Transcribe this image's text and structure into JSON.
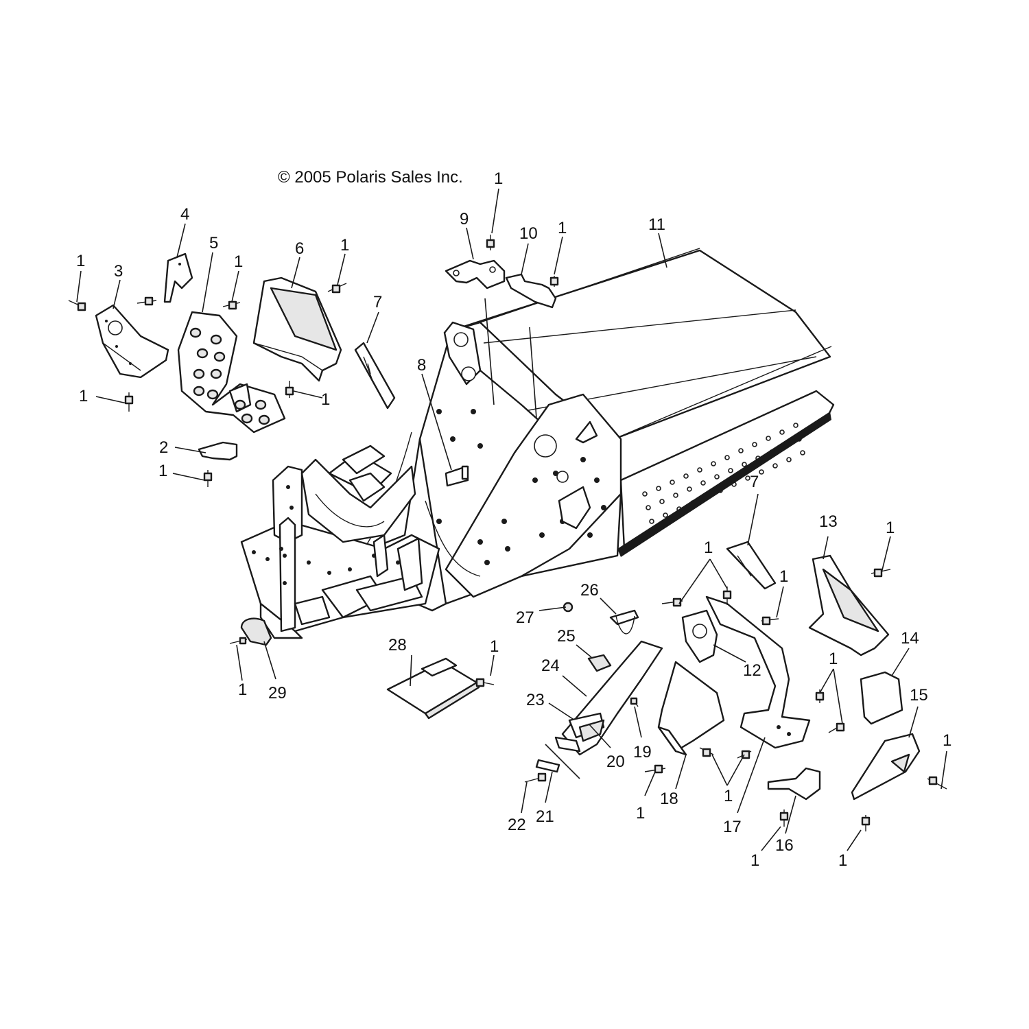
{
  "copyright": "© 2005 Polaris Sales Inc.",
  "callouts": {
    "c1": "1",
    "c2": "2",
    "c3": "3",
    "c4": "4",
    "c5": "5",
    "c6": "6",
    "c7": "7",
    "c8": "8",
    "c9": "9",
    "c10": "10",
    "c11": "11",
    "c12": "12",
    "c13": "13",
    "c14": "14",
    "c15": "15",
    "c16": "16",
    "c17": "17",
    "c18": "18",
    "c19": "19",
    "c20": "20",
    "c21": "21",
    "c22": "22",
    "c23": "23",
    "c24": "24",
    "c25": "25",
    "c26": "26",
    "c27": "27",
    "c28": "28",
    "c29": "29"
  }
}
